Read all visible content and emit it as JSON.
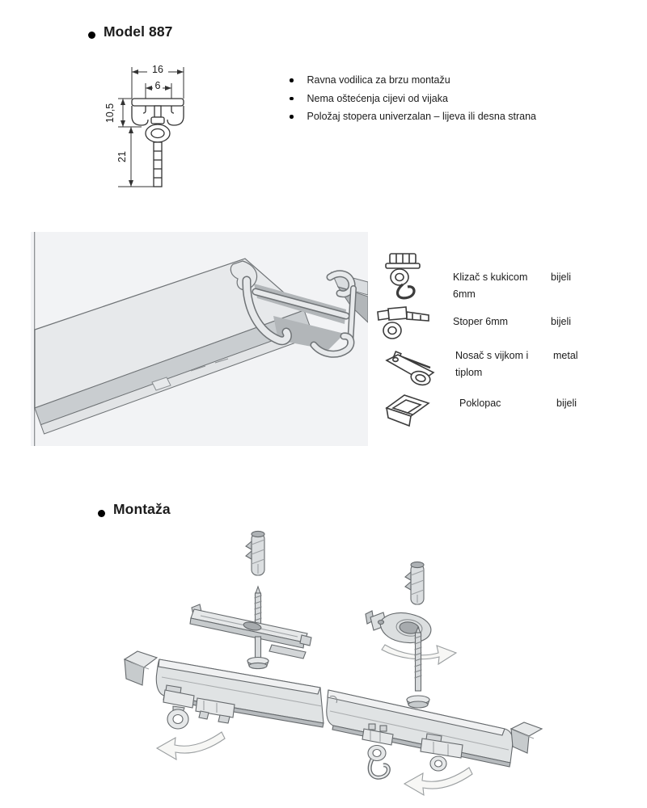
{
  "model_section": {
    "heading": "Model 887",
    "features": [
      "Ravna vodilica za brzu montažu",
      "Nema oštećenja cijevi od vijaka",
      "Položaj stopera univerzalan – lijeva ili desna strana"
    ],
    "dimensions": {
      "outer_width": "16",
      "inner_width": "6",
      "profile_height": "10,5",
      "hook_drop": "21"
    }
  },
  "parts_list": {
    "items": [
      {
        "icon": "glider-hook-icon",
        "name": "Klizač s kukicom 6mm",
        "color": "bijeli"
      },
      {
        "icon": "stopper-icon",
        "name": "Stoper 6mm",
        "color": "bijeli"
      },
      {
        "icon": "bracket-screw-icon",
        "name": "Nosač s vijkom i tiplom",
        "color": "metal"
      },
      {
        "icon": "end-cap-icon",
        "name": "Poklopac",
        "color": "bijeli"
      }
    ]
  },
  "montaza_section": {
    "heading": "Montaža"
  },
  "colors": {
    "photo_background": "#f2f3f5",
    "part_face": "#e7e9eb",
    "part_shade": "#c7cbcd",
    "cavity": "#b2b6b9",
    "outline": "#65696c",
    "text": "#1b1b1b"
  }
}
